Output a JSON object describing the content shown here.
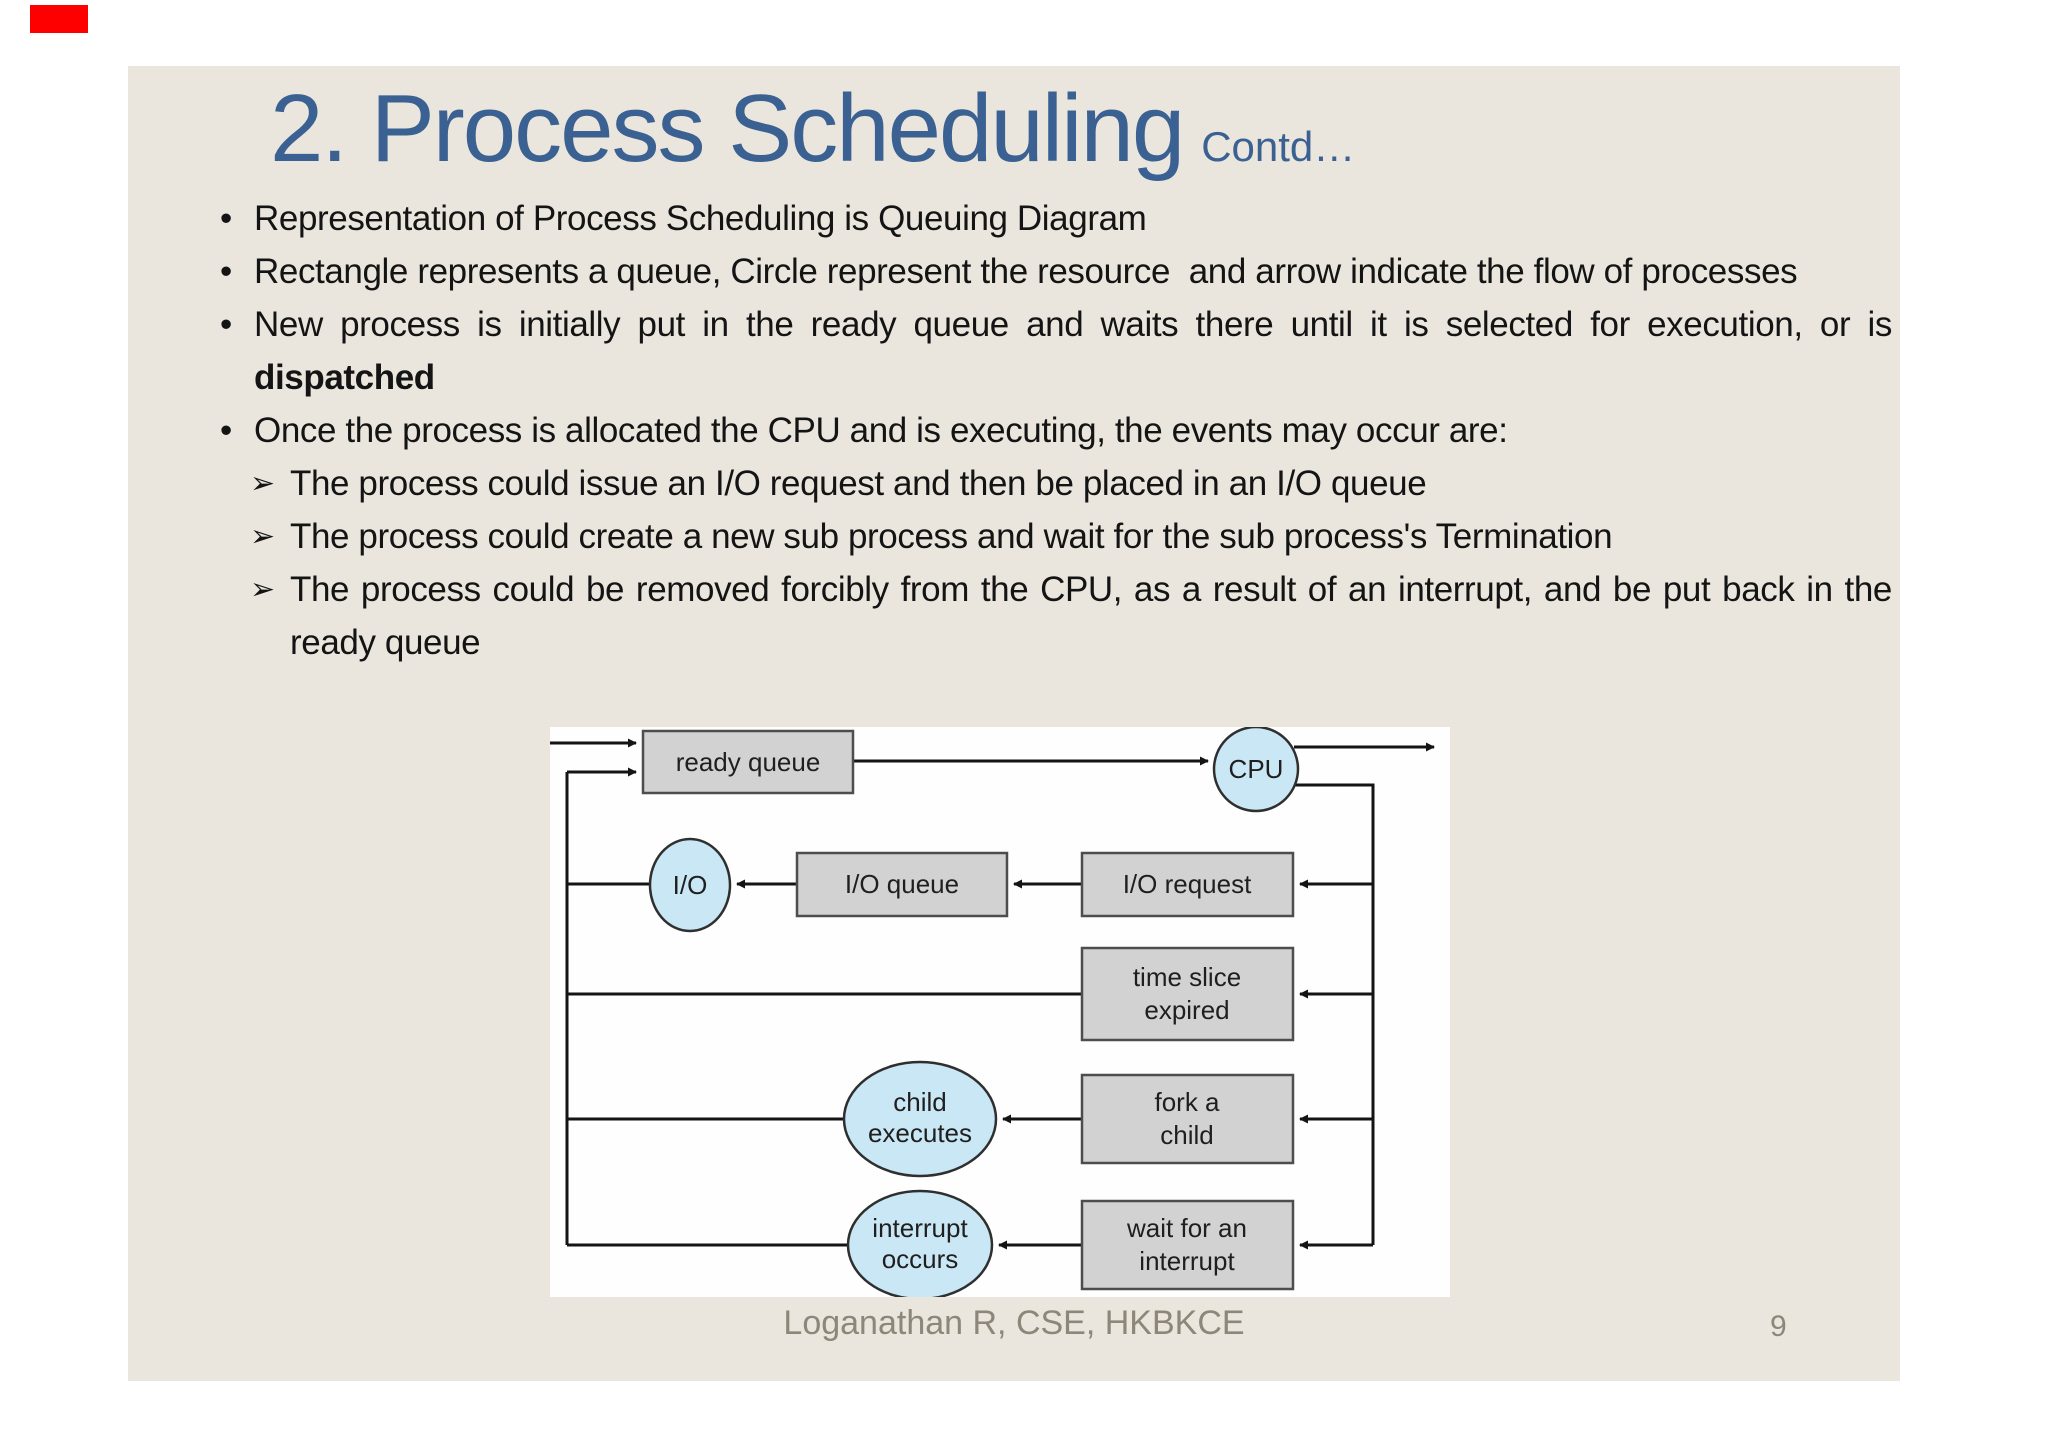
{
  "marker": {
    "color": "#fe0000"
  },
  "slide": {
    "background": "#eae6dd",
    "accent_blue": "#3a6191"
  },
  "header": {
    "title": "2. Process Scheduling",
    "subtitle": "Contd…"
  },
  "content": {
    "bullets": [
      {
        "marker": "•",
        "text": "Representation of Process Scheduling is Queuing Diagram"
      },
      {
        "marker": "•",
        "text": "Rectangle represents a queue, Circle represent the resource  and arrow indicate the flow of processes"
      },
      {
        "marker": "•",
        "text_before_bold": "New process is initially put in the ready queue and waits there until it is selected for execution, or is ",
        "bold_text": "dispatched"
      },
      {
        "marker": "•",
        "text": "Once the process is allocated the CPU and is executing, the events may occur are:"
      }
    ],
    "sub_bullets": [
      {
        "marker": "➢",
        "text": "The process could issue an I/O request and then be placed in an I/O queue"
      },
      {
        "marker": "➢",
        "text": "The process could create a new sub process and wait for the sub process's Termination"
      },
      {
        "marker": "➢",
        "text": "The process could be removed forcibly from the CPU, as a result of an interrupt, and be put back in the ready queue"
      }
    ]
  },
  "diagram": {
    "background": "#fefefe",
    "box_fill": "#d2d2d2",
    "box_border": "#4d4d4d",
    "circle_fill": "#c9e7f5",
    "circle_border": "#2f2f2f",
    "line_color": "#141414",
    "nodes": {
      "ready_queue": {
        "shape": "rect",
        "label": "ready queue"
      },
      "cpu": {
        "shape": "circle",
        "label": "CPU"
      },
      "io": {
        "shape": "circle",
        "label": "I/O"
      },
      "io_queue": {
        "shape": "rect",
        "label": "I/O queue"
      },
      "io_request": {
        "shape": "rect",
        "label": "I/O request"
      },
      "time_slice": {
        "shape": "rect",
        "line1": "time slice",
        "line2": "expired"
      },
      "child_executes": {
        "shape": "circle",
        "line1": "child",
        "line2": "executes"
      },
      "fork_child": {
        "shape": "rect",
        "line1": "fork a",
        "line2": "child"
      },
      "wait_interrupt": {
        "shape": "rect",
        "line1": "wait for an",
        "line2": "interrupt"
      }
    }
  },
  "footer": {
    "credit": "Loganathan R, CSE, HKBKCE",
    "page_number": "9"
  }
}
